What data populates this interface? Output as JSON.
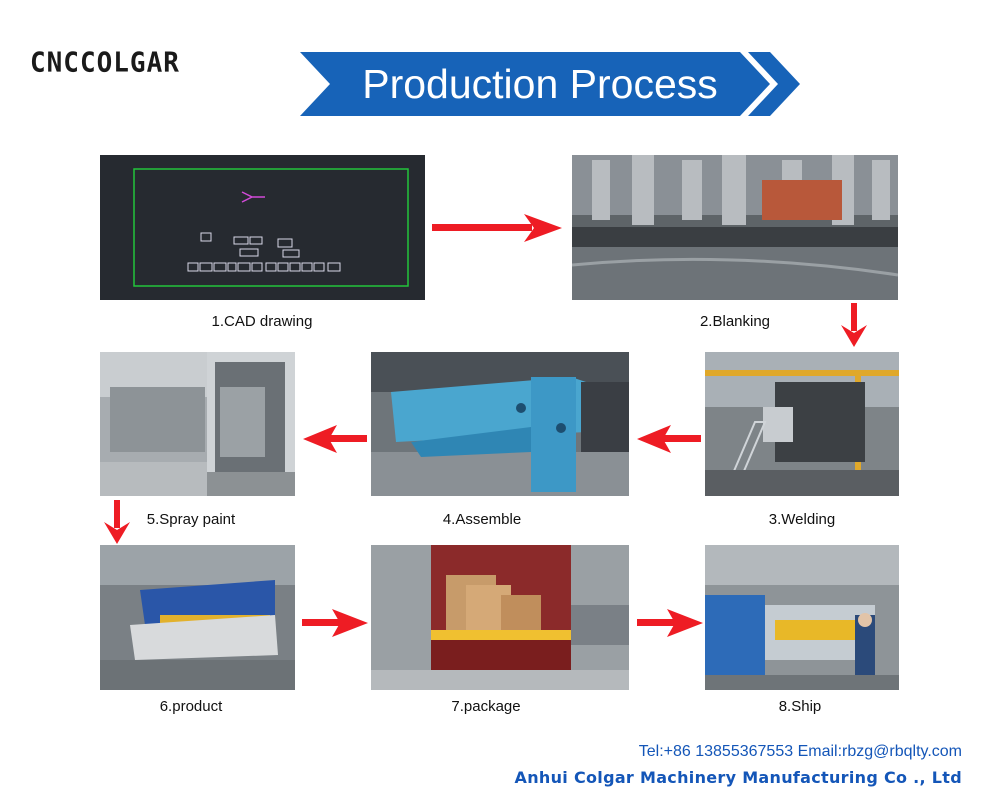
{
  "brand": {
    "logo_text": "CNCCOLGAR"
  },
  "header": {
    "title": "Production Process",
    "accent_color": "#1763b8"
  },
  "steps": [
    {
      "label": "1.CAD drawing"
    },
    {
      "label": "2.Blanking"
    },
    {
      "label": "3.Welding"
    },
    {
      "label": "4.Assemble"
    },
    {
      "label": "5.Spray paint"
    },
    {
      "label": "6.product"
    },
    {
      "label": "7.package"
    },
    {
      "label": "8.Ship"
    }
  ],
  "arrow_color": "#ee1c24",
  "footer": {
    "contact": "Tel:+86 13855367553 Email:rbzg@rbqlty.com",
    "company": "Anhui Colgar Machinery Manufacturing Co ., Ltd"
  }
}
